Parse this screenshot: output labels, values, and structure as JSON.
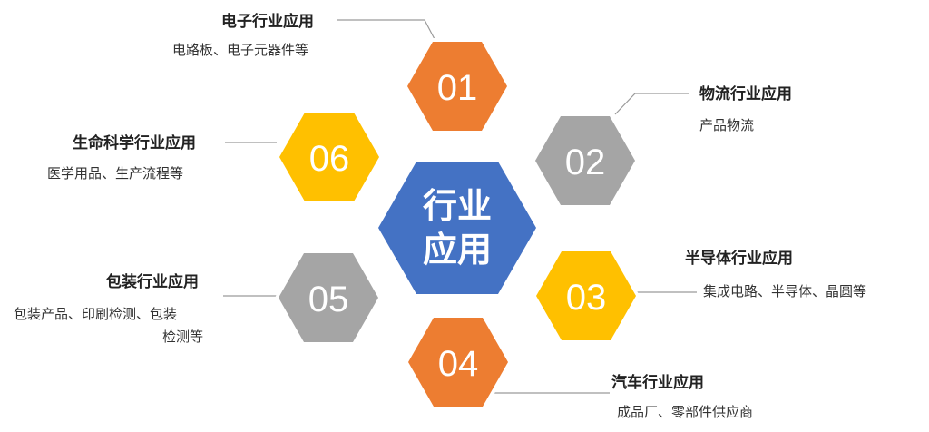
{
  "center": {
    "line1": "行业",
    "line2": "应用",
    "color": "#4472C4"
  },
  "colors": {
    "orange": "#ED7D31",
    "gray": "#A5A5A5",
    "yellow": "#FFC000",
    "connector": "#9a9a9a"
  },
  "sectors": [
    {
      "number": "01",
      "title": "电子行业应用",
      "desc": "电路板、电子元器件等",
      "color": "orange"
    },
    {
      "number": "02",
      "title": "物流行业应用",
      "desc": "产品物流",
      "color": "gray"
    },
    {
      "number": "03",
      "title": "半导体行业应用",
      "desc": "集成电路、半导体、晶圆等",
      "color": "yellow"
    },
    {
      "number": "04",
      "title": "汽车行业应用",
      "desc": "成品厂、零部件供应商",
      "color": "orange"
    },
    {
      "number": "05",
      "title": "包装行业应用",
      "desc_line1": "包装产品、印刷检测、包装",
      "desc_line2": "检测等",
      "color": "gray"
    },
    {
      "number": "06",
      "title": "生命科学行业应用",
      "desc": "医学用品、生产流程等",
      "color": "yellow"
    }
  ]
}
